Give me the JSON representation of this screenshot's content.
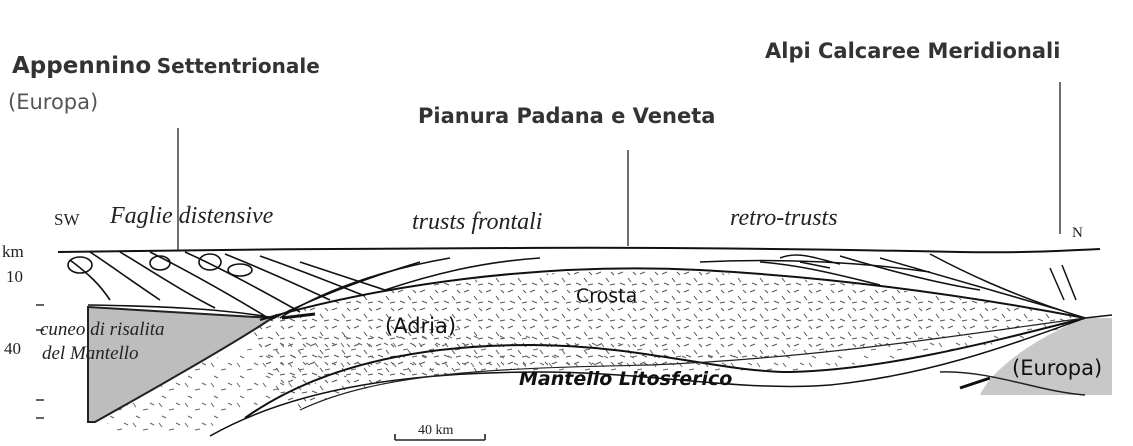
{
  "headings": {
    "north_apennines_bold": "Appennino",
    "north_apennines_rest": "Settentrionale",
    "north_apennines_sub": "(Europa)",
    "alps": "Alpi Calcaree Meridionali",
    "plain": "Pianura Padana e Veneta"
  },
  "section_labels": {
    "sw": "SW",
    "faults": "Faglie distensive",
    "frontal_thrusts": "trusts frontali",
    "back_thrusts": "retro-trusts",
    "north": "N"
  },
  "depth_axis": {
    "unit": "km",
    "tick_10": "10",
    "tick_40": "40"
  },
  "units": {
    "crust": "Crosta",
    "adria": "(Adria)",
    "mantle_wedge_line1": "cuneo di risalita",
    "mantle_wedge_line2": "del Mantello",
    "lithospheric_mantle": "Mantello Litosferico",
    "europe": "(Europa)"
  },
  "scale_bar": {
    "label": "40 km"
  }
}
